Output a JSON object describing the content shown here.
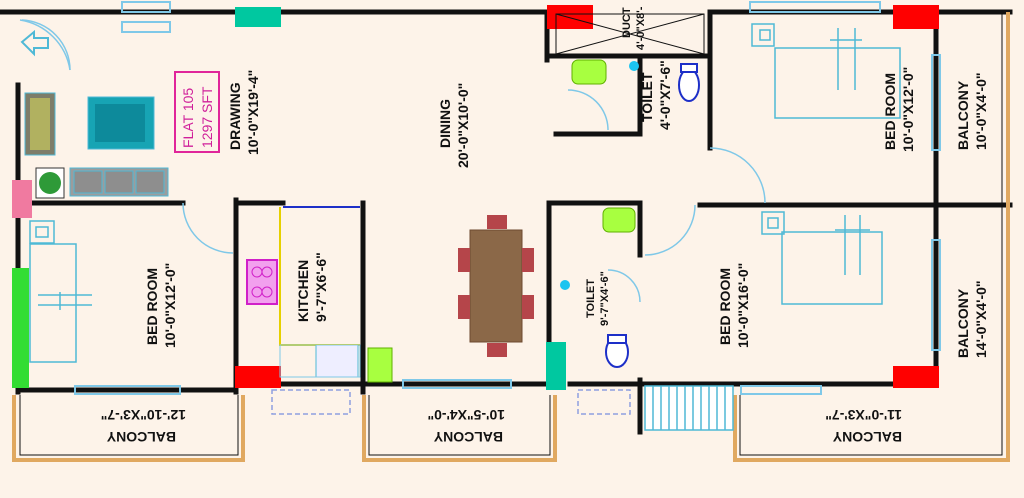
{
  "colors": {
    "background": "#fdf3e9",
    "wall": "#111111",
    "balcony_wall": "#e0a860",
    "window": "#7fc8e8",
    "furniture": "#4fb9d6",
    "door_red": "#ff0000",
    "door_teal": "#00c8a0",
    "tag_magenta": "#e0259a"
  },
  "flat_tag": {
    "line1": "FLAT 105",
    "line2": "1297 SFT"
  },
  "rooms": {
    "drawing": {
      "name": "DRAWING",
      "size": "10'-0\"X19'-4\""
    },
    "dining": {
      "name": "DINING",
      "size": "20'-0\"X10'-0\""
    },
    "duct": {
      "name": "DUCT",
      "size": "4'-0\"X8'-"
    },
    "toilet_top": {
      "name": "TOILET",
      "size": "4'-0\"X7'-6\""
    },
    "bed_top_right": {
      "name": "BED ROOM",
      "size": "10'-0\"X12'-0\""
    },
    "balcony_top_right": {
      "name": "BALCONY",
      "size": "10'-0\"X4'-0\""
    },
    "bed_left": {
      "name": "BED ROOM",
      "size": "10'-0\"X12'-0\""
    },
    "kitchen": {
      "name": "KITCHEN",
      "size": "9'-7\"X6'-6\""
    },
    "toilet_mid": {
      "name": "TOILET",
      "size": "9'-7\"X4'-6\""
    },
    "bed_mid_right": {
      "name": "BED ROOM",
      "size": "10'-0\"X16'-0\""
    },
    "balcony_right": {
      "name": "BALCONY",
      "size": "14'-0\"X4'-0\""
    },
    "balcony_bottom_left": {
      "name": "BALCONY",
      "size": "12'-10\"X3'-7\""
    },
    "balcony_bottom_mid": {
      "name": "BALCONY",
      "size": "10'-5\"X4'-0\""
    },
    "balcony_bottom_right": {
      "name": "BALCONY",
      "size": "11'-0\"X3'-7\""
    }
  }
}
